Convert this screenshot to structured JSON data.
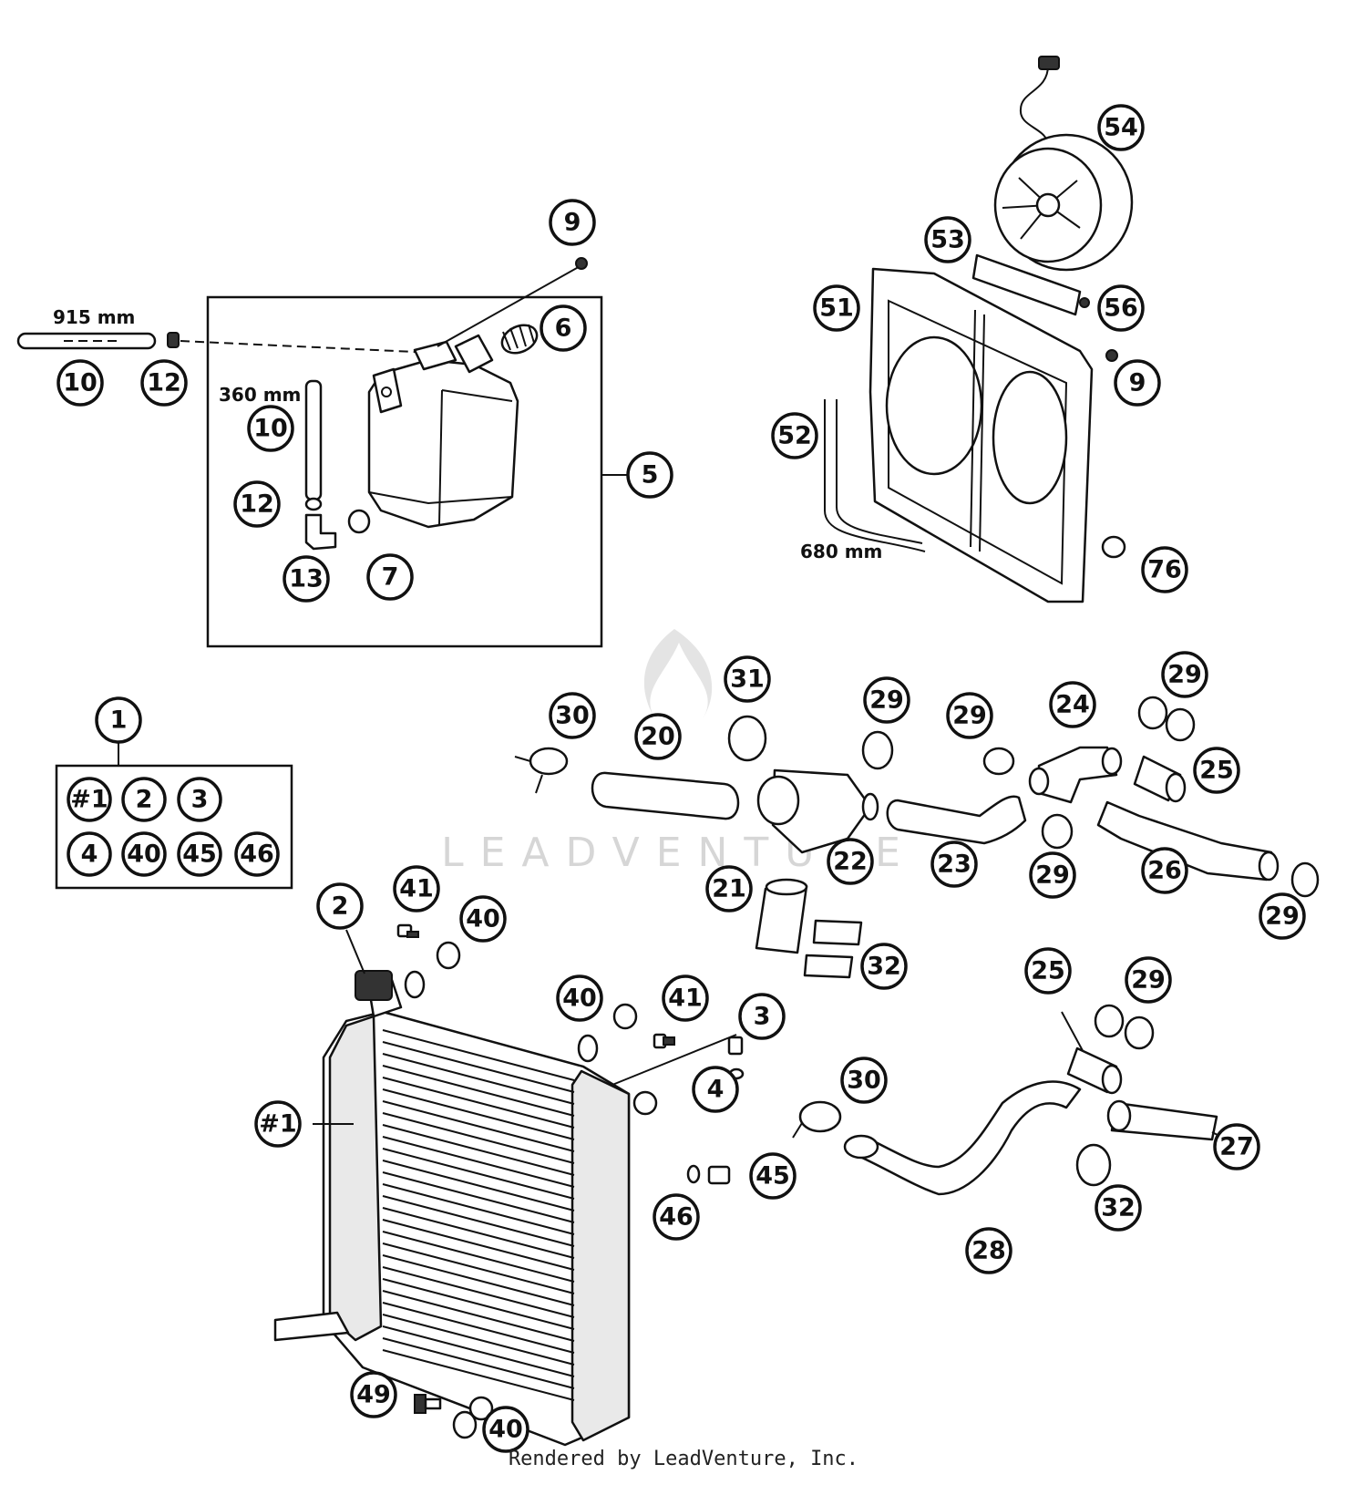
{
  "watermark": "LEADVENTURE",
  "footer": "Rendered by LeadVenture, Inc.",
  "dimensions": {
    "hose_long": "915 mm",
    "hose_short": "360 mm",
    "edge_strip": "680 mm"
  },
  "kit_contents": [
    "#1",
    "2",
    "3",
    "4",
    "40",
    "45",
    "46"
  ],
  "callouts": [
    {
      "name": "1",
      "label": "1"
    },
    {
      "name": "2",
      "label": "2"
    },
    {
      "name": "3",
      "label": "3"
    },
    {
      "name": "4",
      "label": "4"
    },
    {
      "name": "5",
      "label": "5"
    },
    {
      "name": "6",
      "label": "6"
    },
    {
      "name": "7",
      "label": "7"
    },
    {
      "name": "9-top",
      "label": "9"
    },
    {
      "name": "9-right",
      "label": "9"
    },
    {
      "name": "10-left",
      "label": "10"
    },
    {
      "name": "10-mid",
      "label": "10"
    },
    {
      "name": "12-left",
      "label": "12"
    },
    {
      "name": "12-mid",
      "label": "12"
    },
    {
      "name": "13",
      "label": "13"
    },
    {
      "name": "20",
      "label": "20"
    },
    {
      "name": "21",
      "label": "21"
    },
    {
      "name": "22",
      "label": "22"
    },
    {
      "name": "23",
      "label": "23"
    },
    {
      "name": "24",
      "label": "24"
    },
    {
      "name": "25-top",
      "label": "25"
    },
    {
      "name": "25-bottom",
      "label": "25"
    },
    {
      "name": "26",
      "label": "26"
    },
    {
      "name": "27",
      "label": "27"
    },
    {
      "name": "28",
      "label": "28"
    },
    {
      "name": "29-a",
      "label": "29"
    },
    {
      "name": "29-b",
      "label": "29"
    },
    {
      "name": "29-c",
      "label": "29"
    },
    {
      "name": "29-d",
      "label": "29"
    },
    {
      "name": "29-e",
      "label": "29"
    },
    {
      "name": "29-f",
      "label": "29"
    },
    {
      "name": "30-top",
      "label": "30"
    },
    {
      "name": "30-bottom",
      "label": "30"
    },
    {
      "name": "31",
      "label": "31"
    },
    {
      "name": "32-top",
      "label": "32"
    },
    {
      "name": "32-bottom",
      "label": "32"
    },
    {
      "name": "#1",
      "label": "#1"
    },
    {
      "name": "40-a",
      "label": "40"
    },
    {
      "name": "40-b",
      "label": "40"
    },
    {
      "name": "40-c",
      "label": "40"
    },
    {
      "name": "41-a",
      "label": "41"
    },
    {
      "name": "41-b",
      "label": "41"
    },
    {
      "name": "45",
      "label": "45"
    },
    {
      "name": "46",
      "label": "46"
    },
    {
      "name": "49",
      "label": "49"
    },
    {
      "name": "51",
      "label": "51"
    },
    {
      "name": "52",
      "label": "52"
    },
    {
      "name": "53",
      "label": "53"
    },
    {
      "name": "54",
      "label": "54"
    },
    {
      "name": "56",
      "label": "56"
    },
    {
      "name": "76",
      "label": "76"
    }
  ]
}
